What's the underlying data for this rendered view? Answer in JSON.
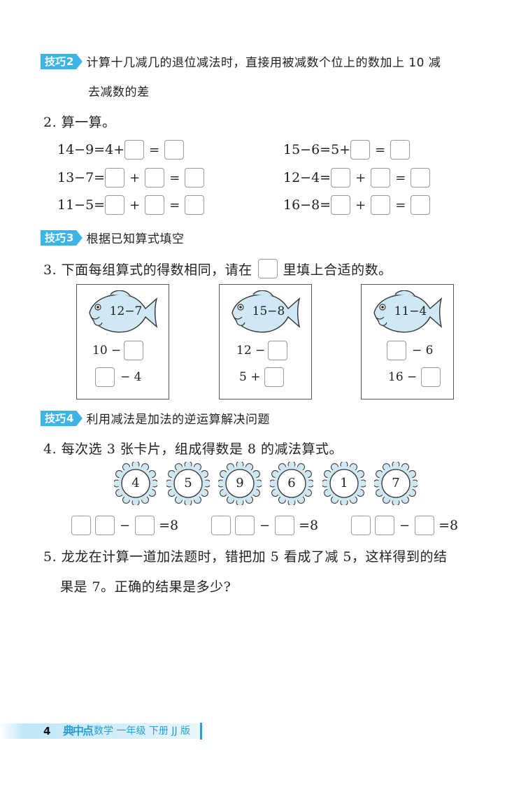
{
  "tips": [
    {
      "label": "技巧",
      "num": "2",
      "text": "计算十几减几的退位减法时，直接用被减数个位上的数加上 10 减",
      "text2": "去减数的差"
    },
    {
      "label": "技巧",
      "num": "3",
      "text": "根据已知算式填空"
    },
    {
      "label": "技巧",
      "num": "4",
      "text": "利用减法是加法的逆运算解决问题"
    }
  ],
  "q2": {
    "title": "2. 算一算。",
    "eq1_left": "14−9=4+",
    "eq2_left": "15−6=5+",
    "eq3_left": "13−7=",
    "eq4_left": "12−4=",
    "eq5_left": "11−5=",
    "eq6_left": "16−8=",
    "plus": "+",
    "equals": "="
  },
  "q3": {
    "title_a": "3. 下面每组算式的得数相同，请在",
    "title_b": "里填上合适的数。",
    "cards": [
      {
        "fish": "12−7",
        "row1_pre": "10 −",
        "row2_post": "− 4"
      },
      {
        "fish": "15−8",
        "row1_pre": "12 −",
        "row2_pre": "5 +"
      },
      {
        "fish": "11−4",
        "row1_post": "− 6",
        "row2_pre": "16 −"
      }
    ]
  },
  "q4": {
    "title": "4. 每次选 3 张卡片，组成得数是 8 的减法算式。",
    "cards": [
      "4",
      "5",
      "9",
      "6",
      "1",
      "7"
    ],
    "minus": "−",
    "result": "=8"
  },
  "q5": {
    "line1": "5. 龙龙在计算一道加法题时，错把加 5 看成了减 5，这样得到的结",
    "line2": "果是 7。正确的结果是多少?"
  },
  "footer": {
    "page": "4",
    "logo": "典中点",
    "title": "数学 一年级 下册 JJ 版"
  },
  "colors": {
    "accent": "#3cb4e6",
    "fish": "#cfe8f5"
  }
}
